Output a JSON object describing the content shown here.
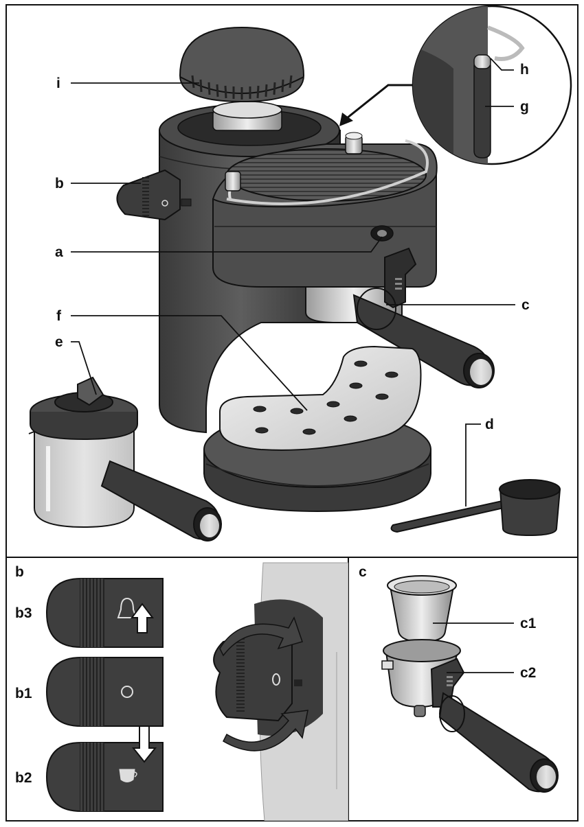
{
  "labels": {
    "main": {
      "i": "i",
      "b": "b",
      "a": "a",
      "f": "f",
      "e": "e",
      "c": "c",
      "d": "d",
      "h": "h",
      "g": "g"
    },
    "panel_b": {
      "title": "b",
      "b3": "b3",
      "b1": "b1",
      "b2": "b2"
    },
    "panel_c": {
      "title": "c",
      "c1": "c1",
      "c2": "c2"
    }
  },
  "colors": {
    "body_dark": "#4a4a4a",
    "body_mid": "#666666",
    "metal": "#c8c8c8",
    "light_grey": "#d4d4d4",
    "outline": "#111111"
  },
  "icons": {
    "b3": "steam-icon",
    "b1": "off-circle-icon",
    "b2": "coffee-cup-icon"
  }
}
